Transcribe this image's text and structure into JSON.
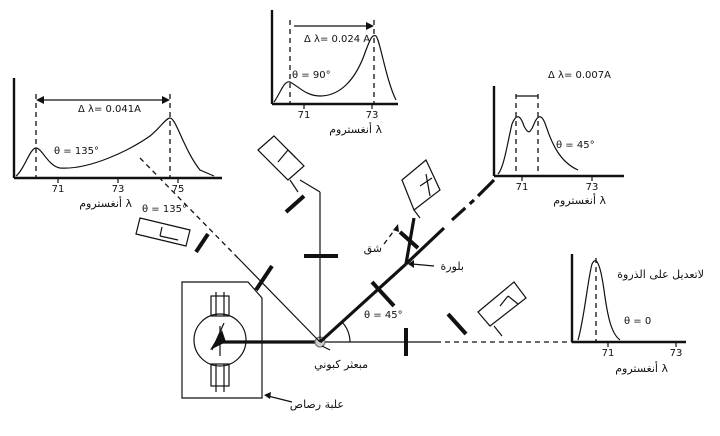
{
  "spectra": {
    "left": {
      "delta": "Δ λ= 0.041A",
      "theta": "θ = 135°",
      "ticks": [
        "71",
        "73",
        "75"
      ],
      "axis_label": "أنغستروم λ"
    },
    "top": {
      "delta": "Δ λ= 0.024 A",
      "theta": "θ = 90°",
      "ticks": [
        "71",
        "73"
      ],
      "axis_label": "أنغستروم λ"
    },
    "right": {
      "delta": "Δ λ= 0.007A",
      "theta": "θ = 45°",
      "ticks": [
        "71",
        "73"
      ],
      "axis_label": "أنغستروم λ"
    },
    "bottom": {
      "note": "لاتعديل على الذروة",
      "theta": "θ = 0",
      "ticks": [
        "71",
        "73"
      ],
      "axis_label": "أنغستروم λ"
    }
  },
  "labels": {
    "theta_135": "θ = 135°",
    "theta_45": "θ = 45°",
    "slit": "شق",
    "crystal": "بلورة",
    "scatterer": "مبعثر كبوني",
    "lead_box": "علبة رصاص"
  }
}
